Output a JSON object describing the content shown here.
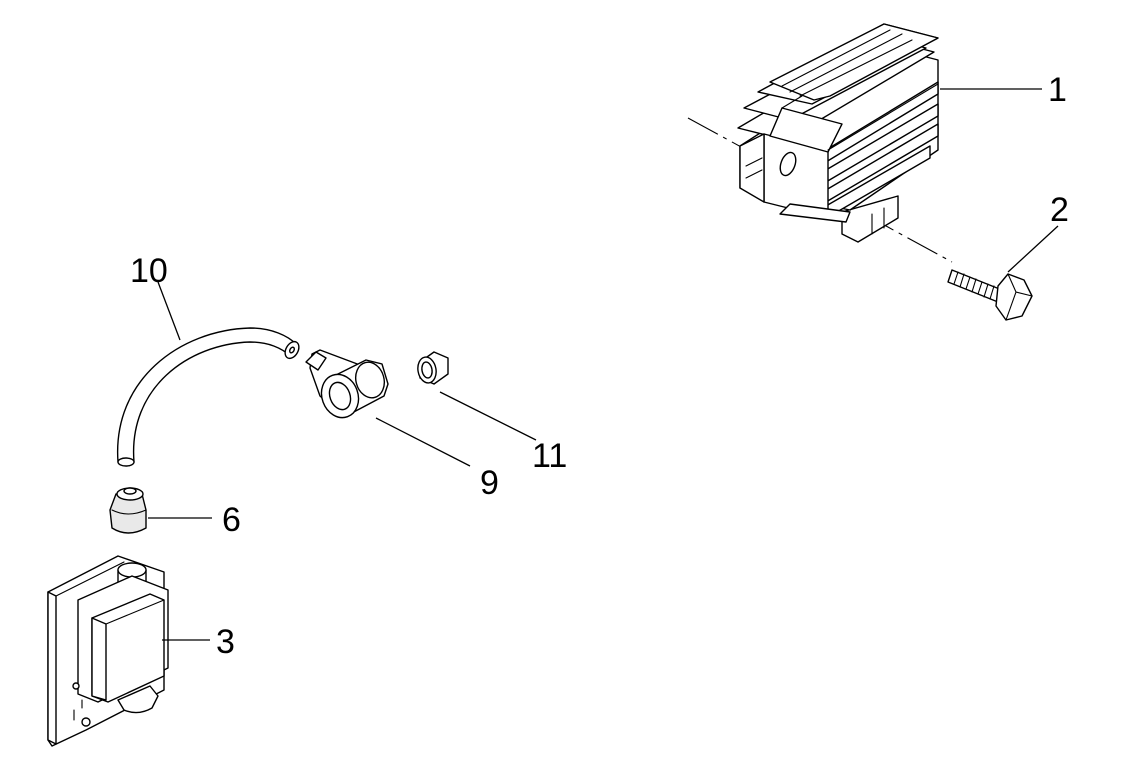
{
  "diagram": {
    "callouts": {
      "c1": "1",
      "c2": "2",
      "c3": "3",
      "c6": "6",
      "c9": "9",
      "c10": "10",
      "c11": "11"
    }
  }
}
